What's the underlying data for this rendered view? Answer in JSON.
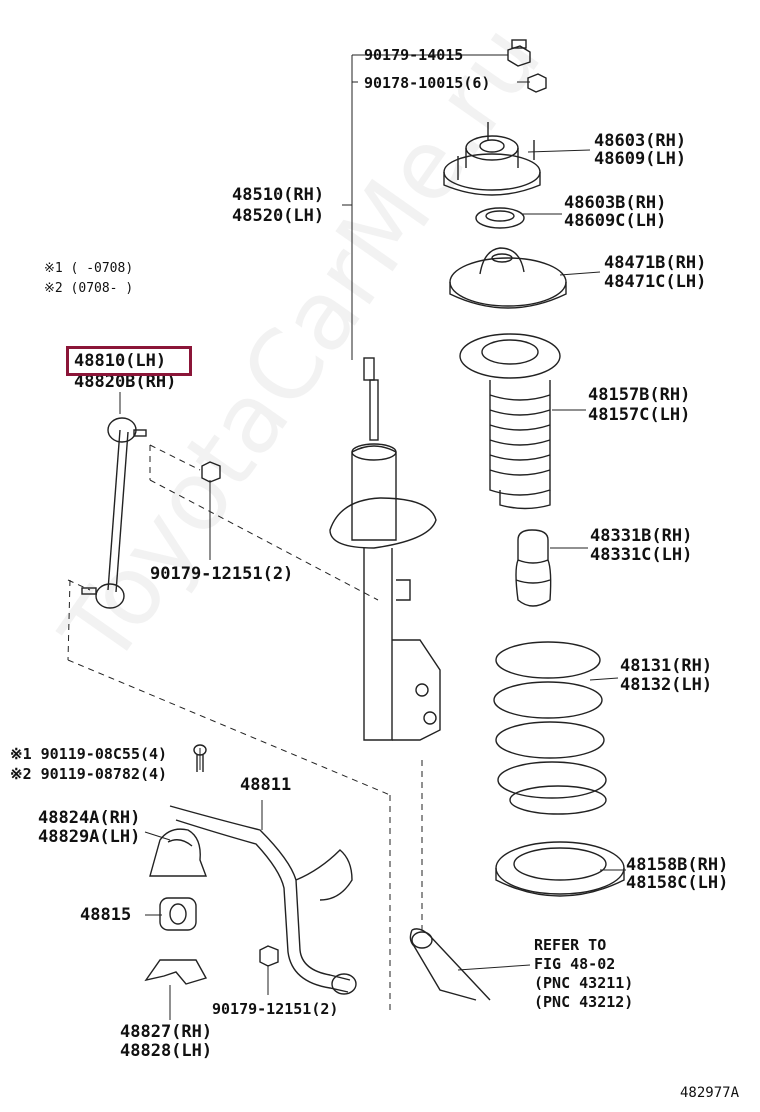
{
  "watermark": "ToyotaCarMe.ru",
  "notes": {
    "n1": "※1 (        -0708)",
    "n2": "※2 (0708-        )"
  },
  "parts": {
    "nut_upper_a": "90179-14015",
    "nut_upper_b": "90178-10015(6)",
    "strut": [
      "48510(RH)",
      "48520(LH)"
    ],
    "support": [
      "48603(RH)",
      "48609(LH)"
    ],
    "bearing": [
      "48603B(RH)",
      "48609C(LH)"
    ],
    "upper_seat": [
      "48471B(RH)",
      "48471C(LH)"
    ],
    "dust_boot": [
      "48157B(RH)",
      "48157C(LH)"
    ],
    "bumper": [
      "48331B(RH)",
      "48331C(LH)"
    ],
    "spring": [
      "48131(RH)",
      "48132(LH)"
    ],
    "lower_seat": [
      "48158B(RH)",
      "48158C(LH)"
    ],
    "link": [
      "48810(LH)",
      "48820B(RH)"
    ],
    "link_nut": "90179-12151(2)",
    "bolt_1": "※1 90119-08C55(4)",
    "bolt_2": "※2 90119-08782(4)",
    "stabilizer_bar": "48811",
    "bushing_bracket": [
      "48824A(RH)",
      "48829A(LH)"
    ],
    "bushing": "48815",
    "bracket": [
      "48827(RH)",
      "48828(LH)"
    ],
    "nut_lower": "90179-12151(2)",
    "refer": [
      "REFER TO",
      "FIG 48-02",
      "(PNC 43211)",
      "(PNC 43212)"
    ]
  },
  "figure_id": "482977A"
}
